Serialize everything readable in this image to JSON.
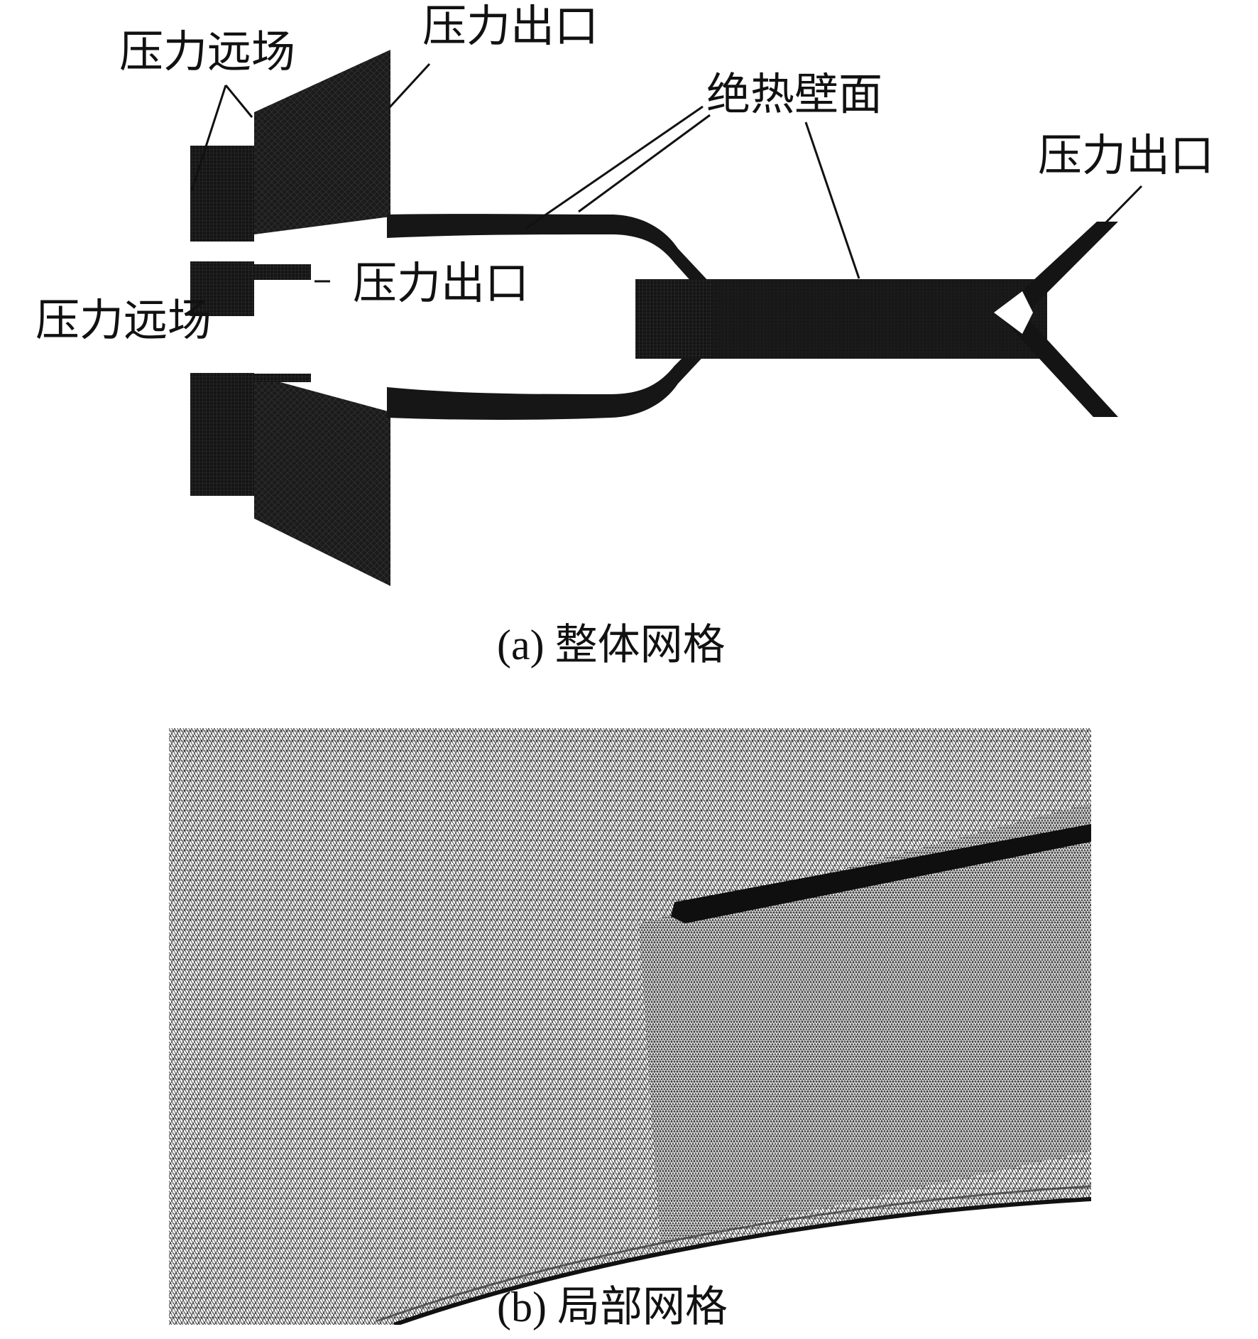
{
  "panel_a": {
    "caption": "(a) 整体网格",
    "labels": {
      "far_field_top": "压力远场",
      "outlet_top": "压力出口",
      "adiabatic_wall": "绝热壁面",
      "outlet_right": "压力出口",
      "outlet_center": "压力出口",
      "far_field_left": "压力远场"
    },
    "mesh_color": "#141414"
  },
  "panel_b": {
    "caption": "(b) 局部网格",
    "mesh_color": "#1a1a1a",
    "background": "#ffffff"
  }
}
